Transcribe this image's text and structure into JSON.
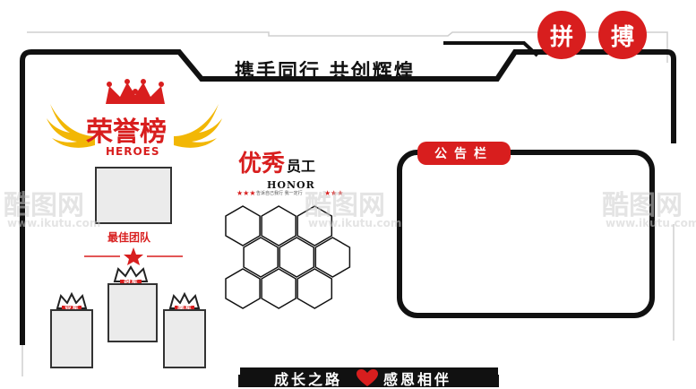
{
  "header": {
    "slogan": "携手同行 共创辉煌",
    "badge_left": "拼",
    "badge_right": "搏"
  },
  "honor_board": {
    "title_cn": "荣誉榜",
    "title_en": "HEROES",
    "best_team_label": "最佳团队",
    "rank_second": "亚军",
    "rank_first": "冠军",
    "rank_third": "季军"
  },
  "employees": {
    "title_big": "优秀",
    "title_small": "员工",
    "title_en": "HONOR",
    "tagline": "告诉自己我行 我一定行"
  },
  "notice": {
    "title": "公告栏"
  },
  "footer": {
    "slogan_left": "成长之路",
    "slogan_right": "感恩相伴"
  },
  "watermark": {
    "brand": "酷图网",
    "url": "www.ikutu.com"
  },
  "colors": {
    "accent": "#d81e1e",
    "frame": "#111111",
    "gold": "#f2b705"
  }
}
